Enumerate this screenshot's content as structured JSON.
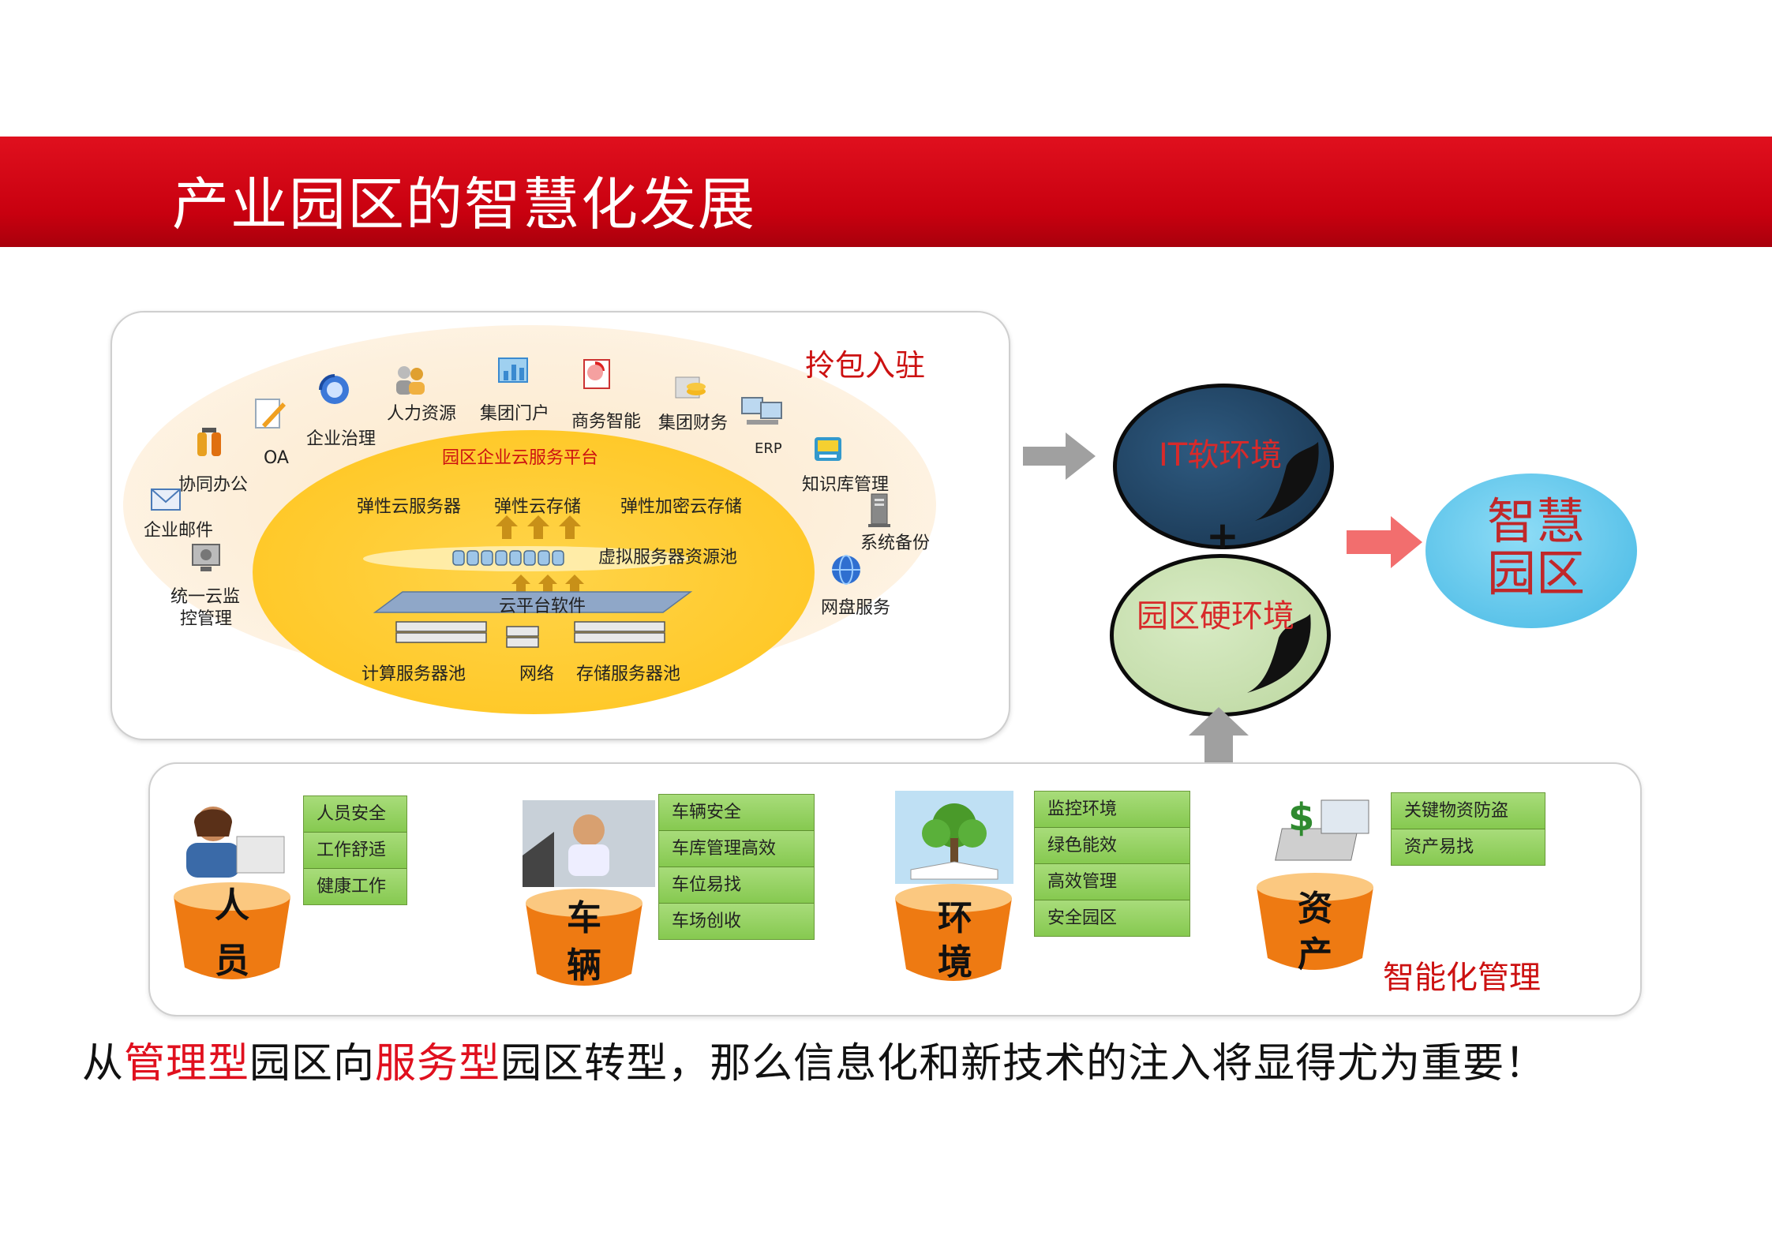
{
  "header": {
    "title": "产业园区的智慧化发展"
  },
  "cloud_diagram": {
    "corner_label": "拎包入驻",
    "platform_title": "园区企业云服务平台",
    "outer_services": [
      {
        "label": "协同办公",
        "icon": "fire-extinguisher-icon"
      },
      {
        "label": "OA",
        "icon": "document-pen-icon"
      },
      {
        "label": "企业治理",
        "icon": "globe-refresh-icon"
      },
      {
        "label": "人力资源",
        "icon": "people-icon"
      },
      {
        "label": "集团门户",
        "icon": "chart-folder-icon"
      },
      {
        "label": "商务智能",
        "icon": "report-chart-icon"
      },
      {
        "label": "集团财务",
        "icon": "coins-icon"
      },
      {
        "label": "ERP",
        "icon": "computers-icon"
      },
      {
        "label": "知识库管理",
        "icon": "phone-card-icon"
      },
      {
        "label": "系统备份",
        "icon": "server-tower-icon"
      },
      {
        "label": "网盘服务",
        "icon": "network-globe-icon"
      },
      {
        "label": "企业邮件",
        "icon": "envelope-icon"
      },
      {
        "label": "统一云监",
        "label2": "控管理",
        "icon": "monitor-gear-icon"
      }
    ],
    "inner_layers": {
      "row1": [
        "弹性云服务器",
        "弹性云存储",
        "弹性加密云存储"
      ],
      "virtual_pool": "虚拟服务器资源池",
      "cloud_software": "云平台软件",
      "row_bottom": [
        "计算服务器池",
        "网络",
        "存储服务器池"
      ]
    }
  },
  "flow": {
    "it_env": "IT软环境",
    "plus": "+",
    "hard_env": "园区硬环境",
    "result": {
      "line1": "智慧",
      "line2": "园区"
    }
  },
  "management": {
    "label": "智能化管理",
    "categories": [
      {
        "top": "人",
        "bottom": "员",
        "items": [
          "人员安全",
          "工作舒适",
          "健康工作"
        ]
      },
      {
        "top": "车",
        "bottom": "辆",
        "items": [
          "车辆安全",
          "车库管理高效",
          "车位易找",
          "车场创收"
        ]
      },
      {
        "top": "环",
        "bottom": "境",
        "items": [
          "监控环境",
          "绿色能效",
          "高效管理",
          "安全园区"
        ]
      },
      {
        "top": "资",
        "bottom": "产",
        "items": [
          "关键物资防盗",
          "资产易找"
        ]
      }
    ]
  },
  "conclusion": {
    "p1": "从",
    "h1": "管理型",
    "p2": "园区向",
    "h2": "服务型",
    "p3": "园区转型，那么信息化和新技术的注入将显得尤为重要！"
  },
  "colors": {
    "banner": "#d0000f",
    "highlight": "#e0101e",
    "green": "#92d050",
    "orange": "#f28a1c",
    "dark_blue": "#1f3b57",
    "light_green": "#c9dfb1",
    "cyan": "#5ec9ec"
  }
}
